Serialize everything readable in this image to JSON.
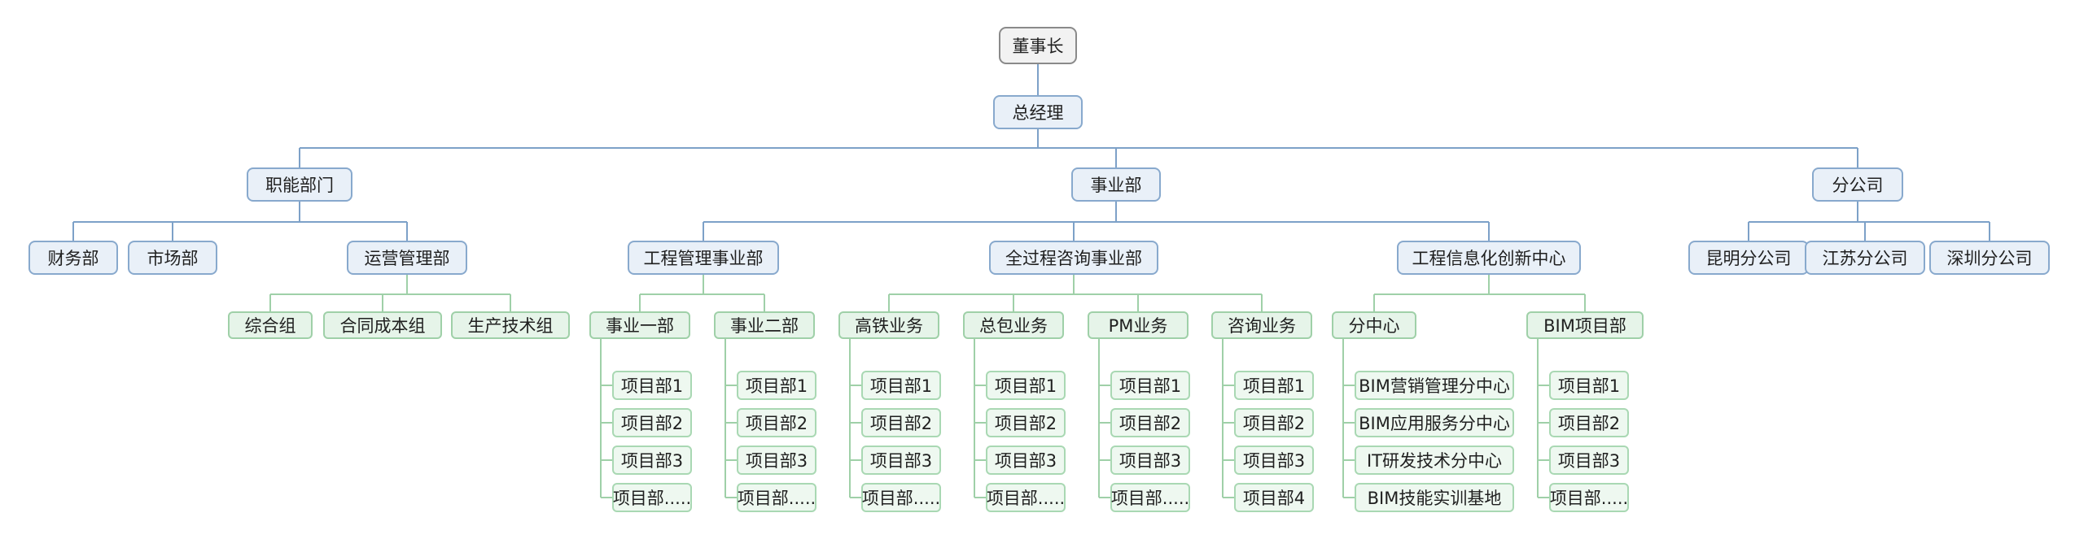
{
  "chart": {
    "root": "董事长",
    "gm": "总经理",
    "divisions": [
      {
        "label": "职能部门",
        "children": [
          {
            "label": "财务部"
          },
          {
            "label": "市场部"
          },
          {
            "label": "运营管理部",
            "children": [
              "综合组",
              "合同成本组",
              "生产技术组"
            ]
          }
        ]
      },
      {
        "label": "事业部",
        "children": [
          {
            "label": "工程管理事业部",
            "children": [
              {
                "label": "事业一部",
                "items": [
                  "项目部1",
                  "项目部2",
                  "项目部3",
                  "项目部....."
                ]
              },
              {
                "label": "事业二部",
                "items": [
                  "项目部1",
                  "项目部2",
                  "项目部3",
                  "项目部....."
                ]
              }
            ]
          },
          {
            "label": "全过程咨询事业部",
            "children": [
              {
                "label": "高铁业务",
                "items": [
                  "项目部1",
                  "项目部2",
                  "项目部3",
                  "项目部....."
                ]
              },
              {
                "label": "总包业务",
                "items": [
                  "项目部1",
                  "项目部2",
                  "项目部3",
                  "项目部....."
                ]
              },
              {
                "label": "PM业务",
                "items": [
                  "项目部1",
                  "项目部2",
                  "项目部3",
                  "项目部....."
                ]
              },
              {
                "label": "咨询业务",
                "items": [
                  "项目部1",
                  "项目部2",
                  "项目部3",
                  "项目部4"
                ]
              }
            ]
          },
          {
            "label": "工程信息化创新中心",
            "children": [
              {
                "label": "分中心",
                "items": [
                  "BIM营销管理分中心",
                  "BIM应用服务分中心",
                  "IT研发技术分中心",
                  "BIM技能实训基地"
                ]
              },
              {
                "label": "BIM项目部",
                "items": [
                  "项目部1",
                  "项目部2",
                  "项目部3",
                  "项目部....."
                ]
              }
            ]
          }
        ]
      },
      {
        "label": "分公司",
        "children": [
          {
            "label": "昆明分公司"
          },
          {
            "label": "江苏分公司"
          },
          {
            "label": "深圳分公司"
          }
        ]
      }
    ]
  },
  "colors": {
    "blue_line": "#7da1c8",
    "green_line": "#9fd0a8"
  }
}
